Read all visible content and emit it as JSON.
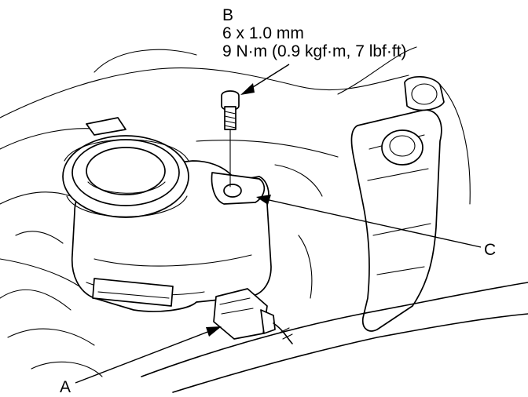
{
  "callouts": {
    "b": {
      "letter": "B",
      "size": "6 x 1.0 mm",
      "torque": "9 N·m (0.9 kgf·m, 7 lbf·ft)"
    },
    "c": {
      "letter": "C"
    },
    "a": {
      "letter": "A"
    }
  },
  "colors": {
    "ink": "#000000",
    "paper": "#ffffff"
  }
}
